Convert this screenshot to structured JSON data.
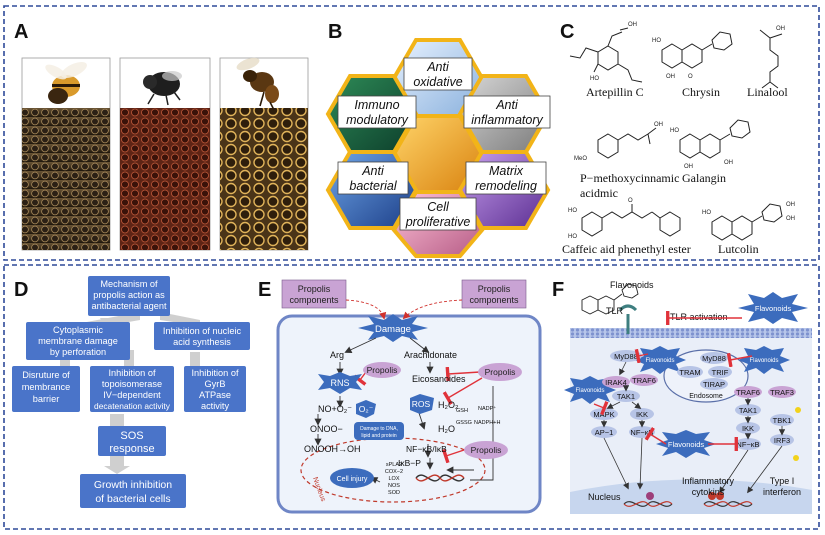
{
  "panel_letters": {
    "a": "A",
    "b": "B",
    "c": "C",
    "d": "D",
    "e": "E",
    "f": "F"
  },
  "panel_b": {
    "labels": {
      "anti_oxidative_1": "Anti",
      "anti_oxidative_2": "oxidative",
      "immuno_1": "Immuno",
      "immuno_2": "modulatory",
      "anti_inflammatory_1": "Anti",
      "anti_inflammatory_2": "inflammatory",
      "anti_bacterial_1": "Anti",
      "anti_bacterial_2": "bacterial",
      "matrix_1": "Matrix",
      "matrix_2": "remodeling",
      "cell_1": "Cell",
      "cell_2": "proliferative"
    }
  },
  "panel_c": {
    "compounds": {
      "artepillin": "Artepillin C",
      "chrysin": "Chrysin",
      "linalool": "Linalool",
      "pmca_1": "P−methoxycinnamic",
      "pmca_2": "acidmic",
      "galangin": "Galangin",
      "cape": "Caffeic aid phenethyl ester",
      "lutcolin": "Lutcolin"
    },
    "atoms": {
      "oh": "OH",
      "ho": "HO",
      "o": "O",
      "meo": "MeO"
    }
  },
  "panel_d": {
    "title_1": "Mechanism of",
    "title_2": "propolis action as",
    "title_3": "antibacterial agent",
    "cyto_1": "Cytoplasmic",
    "cyto_2": "membrane damage",
    "cyto_3": "by perforation",
    "nucleic_1": "Inhibition of nucleic",
    "nucleic_2": "acid synthesis",
    "barrier_1": "Disruture of",
    "barrier_2": "membrance",
    "barrier_3": "barrier",
    "topo_1": "Inhibition of",
    "topo_2": "topoisomerase",
    "topo_3": "IV−dependent",
    "topo_4": "decatenation activity",
    "gyrb_1": "Inhibition of",
    "gyrb_2": "GyrB",
    "gyrb_3": "ATPase",
    "gyrb_4": "activity",
    "sos_1": "SOS",
    "sos_2": "response",
    "growth_1": "Growth inhibition",
    "growth_2": "of bacterial cells"
  },
  "panel_e": {
    "propolis_components_1": "Propolis",
    "propolis_components_2": "components",
    "damage": "Damage",
    "arg": "Arg",
    "arachidonate": "Arachidonate",
    "rns": "RNS",
    "propolis": "Propolis",
    "eicosanoides": "Eicosanoides",
    "no_o2": "NO+O₂⁻",
    "o2": "O₂⁻",
    "ros": "ROS",
    "onoo": "ONOO−",
    "oxidative_note_1": "Damage to DNA,",
    "oxidative_note_2": "lipid and protein",
    "onooh": "ONOOH→OH",
    "h2o2": "H₂O₂",
    "h2o": "H₂O",
    "gsh": "GSH",
    "gssg": "GSSG",
    "nadp": "NADP⁺",
    "nadph": "NADPH+H",
    "nfkb": "NF−κB/IκB",
    "ikb_p": "IκB−P",
    "nucleus": "Nucleus",
    "cell_injury": "Cell injury",
    "genes": [
      "sPLA2",
      "COX−2",
      "LOX",
      "NOS",
      "SOD"
    ]
  },
  "panel_f": {
    "flavonoids": "Flavonoids",
    "tlr": "TLR",
    "tlr_activation": "TLR activation",
    "myd88": "MyD88",
    "irak4": "IRAK4",
    "traf6": "TRAF6",
    "traf3": "TRAF3",
    "tram": "TRAM",
    "trif": "TRIF",
    "tirap": "TIRAP",
    "endosome": "Endosome",
    "tak1": "TAK1",
    "tbk1": "TBK1",
    "mapk": "MAPK",
    "ikk": "IKK",
    "nfkb": "NF−κB",
    "ap1": "AP−1",
    "irf3": "IRF3",
    "nucleus": "Nucleus",
    "inflammatory_1": "Inflammatory",
    "inflammatory_2": "cytokins",
    "interferon_1": "Type I",
    "interferon_2": "interferon"
  },
  "colors": {
    "frame": "#2f4a99",
    "flow_box": "#4a74c9",
    "flow_arrow": "#c8c8c8",
    "propolis_box": "#c9a3d4",
    "burst": "#3c6cbd",
    "inhibit_red": "#e0323a",
    "hex_gold": "#f2b418"
  }
}
